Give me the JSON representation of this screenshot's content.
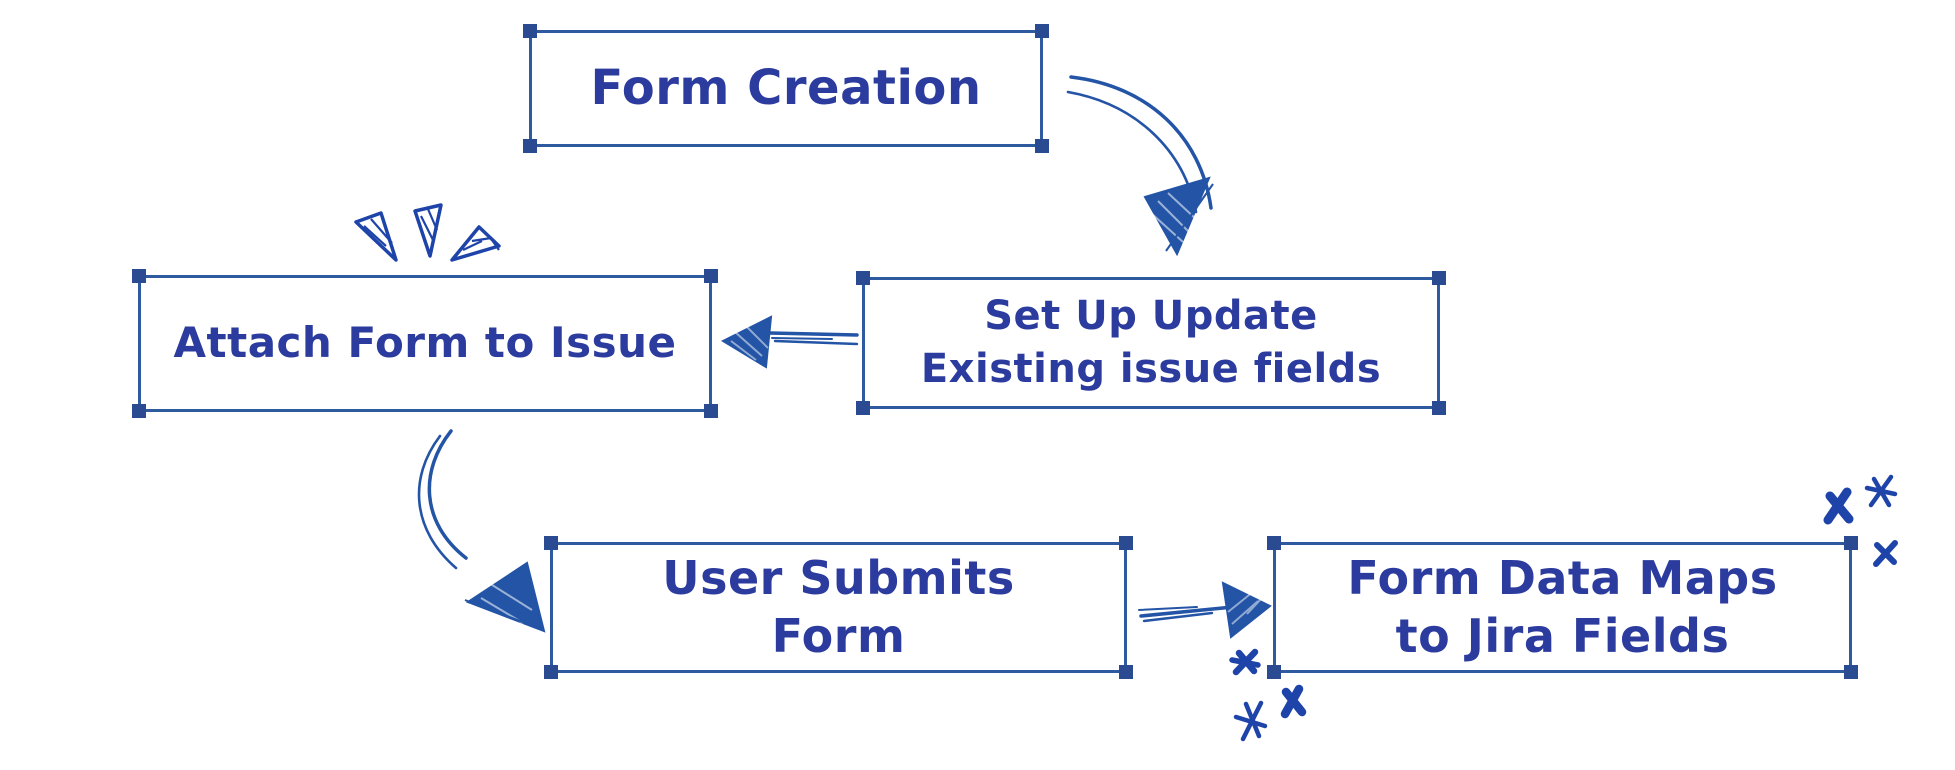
{
  "canvas": {
    "background": "#ffffff"
  },
  "palette": {
    "box_stroke": "#2e5aa0",
    "corner_handle": "#2a4a91",
    "label_text": "#2b3b9e",
    "arrow_ink": "#2354a6",
    "doodle_ink": "#1f44a9"
  },
  "diagram": {
    "nodes": [
      {
        "id": "form-creation",
        "full_label": "Form Creation",
        "lines": [
          "Form Creation"
        ]
      },
      {
        "id": "set-up-update-existing-issue-fields",
        "full_label": "Set Up Update Existing issue fields",
        "lines": [
          "Set Up Update",
          "Existing issue fields"
        ]
      },
      {
        "id": "attach-form-to-issue",
        "full_label": "Attach Form to Issue",
        "lines": [
          "Attach Form to Issue"
        ]
      },
      {
        "id": "user-submits-form",
        "full_label": "User Submits Form",
        "lines": [
          "User Submits",
          "Form"
        ]
      },
      {
        "id": "form-data-maps-to-jira-fields",
        "full_label": "Form Data Maps to Jira Fields",
        "lines": [
          "Form Data Maps",
          "to Jira Fields"
        ]
      }
    ],
    "edges": [
      {
        "from": "Form Creation",
        "to": "Set Up Update Existing issue fields",
        "shape": "curved-sketch-arrow"
      },
      {
        "from": "Set Up Update Existing issue fields",
        "to": "Attach Form to Issue",
        "shape": "straight-sketch-arrow"
      },
      {
        "from": "Attach Form to Issue",
        "to": "User Submits Form",
        "shape": "curved-sketch-arrow"
      },
      {
        "from": "User Submits Form",
        "to": "Form Data Maps to Jira Fields",
        "shape": "straight-sketch-arrow"
      }
    ],
    "decorations": [
      {
        "type": "emphasis-dashes",
        "count": 3,
        "near": "top of Attach Form to Issue box"
      },
      {
        "type": "star-doodles",
        "count": 3,
        "near": "top-right corner of Form Data Maps to Jira Fields box"
      },
      {
        "type": "star-doodles",
        "count": 3,
        "near": "bottom-left corner of Form Data Maps to Jira Fields box"
      }
    ]
  }
}
